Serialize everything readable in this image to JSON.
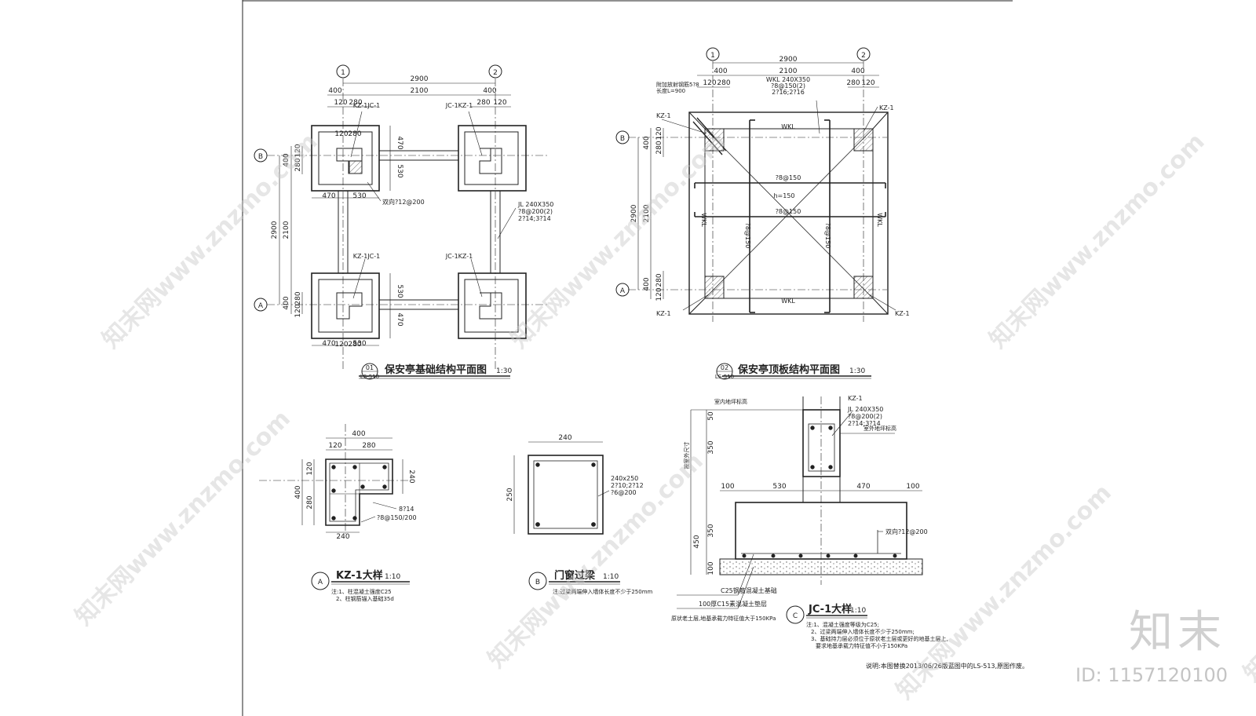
{
  "brand": "知末",
  "id_label": "ID: 1157120100",
  "watermark": "知末网www.znzmo.com",
  "colors": {
    "line": "#222222",
    "hatch": "#555555",
    "watermark": "#c8c8c8"
  },
  "plan_foundation": {
    "title": "保安亭基础结构平面图",
    "scale": "1:30",
    "tag_num": "01",
    "tag_ref": "LS-510",
    "axis_1": "1",
    "axis_2": "2",
    "axis_A": "A",
    "axis_B": "B",
    "d_2900": "2900",
    "d_2100": "2100",
    "d_400": "400",
    "d_120": "120",
    "d_280": "280",
    "d_470": "470",
    "d_530": "530",
    "lbl_kz_jc": "KZ-1JC-1",
    "lbl_jc_kz": "JC-1KZ-1",
    "lbl_rebar": "双向?12@200",
    "lbl_jl1": "JL 240X350",
    "lbl_jl2": "?8@200(2)",
    "lbl_jl3": "2?14;3?14"
  },
  "plan_roof": {
    "title": "保安亭顶板结构平面图",
    "scale": "1:30",
    "tag_num": "02",
    "tag_ref": "LS-510",
    "axis_1": "1",
    "axis_2": "2",
    "axis_A": "A",
    "axis_B": "B",
    "d_2900": "2900",
    "d_2100": "2100",
    "d_400": "400",
    "d_120": "120",
    "d_280": "280",
    "lbl_kz": "KZ-1",
    "lbl_wkl": "WKL",
    "lbl_wkl1": "WKL 240X350",
    "lbl_wkl2": "?8@150(2)",
    "lbl_wkl3": "2?16;2?16",
    "lbl_corner1": "附加放射钢筋5?8",
    "lbl_corner2": "长度L=900",
    "lbl_8150": "?8@150",
    "lbl_h150": "h=150"
  },
  "detail_kz": {
    "title": "KZ-1大样",
    "scale": "1:10",
    "tag": "A",
    "d_400": "400",
    "d_120": "120",
    "d_280": "280",
    "d_240": "240",
    "lbl_8_14": "8?14",
    "lbl_stirrup": "?8@150/200",
    "note1": "注:1、柱混凝土强度C25",
    "note2": "2、柱钢筋锚入基础35d"
  },
  "detail_beam": {
    "title": "门窗过梁",
    "scale": "1:10",
    "tag": "B",
    "d_240": "240",
    "d_250": "250",
    "lbl1": "240x250",
    "lbl2": "2?10;2?12",
    "lbl3": "?6@200",
    "note": "注:过梁两端伸入墙体长度不少于250mm"
  },
  "detail_jc": {
    "title": "JC-1大样",
    "scale": "1:10",
    "tag": "C",
    "lbl_kz": "KZ-1",
    "lbl_jl1": "JL 240X350",
    "lbl_jl2": "?8@200(2)",
    "lbl_jl3": "2?14;3?14",
    "lbl_indoor": "室内地坪标高",
    "lbl_outdoor": "室外地坪标高",
    "lbl_side": "按室外尺寸",
    "lbl_rebar": "双向?12@200",
    "d_50": "50",
    "d_350": "350",
    "d_450": "450",
    "d_100": "100",
    "d_530": "530",
    "d_470": "470",
    "lbl_c25": "C25钢筋混凝土基础",
    "lbl_c15": "100厚C15素混凝土垫层",
    "lbl_soil": "原状老土层,地基承载力特征值大于150KPa",
    "note1": "注:1、混凝土强度等级为C25;",
    "note2": "2、过梁两端伸入墙体长度不少于250mm;",
    "note3": "3、基础持力层必须位于原状老土层或更好的地基土层上,",
    "note4": "要求地基承载力特征值不小于150KPa"
  },
  "footer_note": "说明:本图替换2013/06/26版蓝图中的LS-513,原图作废。"
}
